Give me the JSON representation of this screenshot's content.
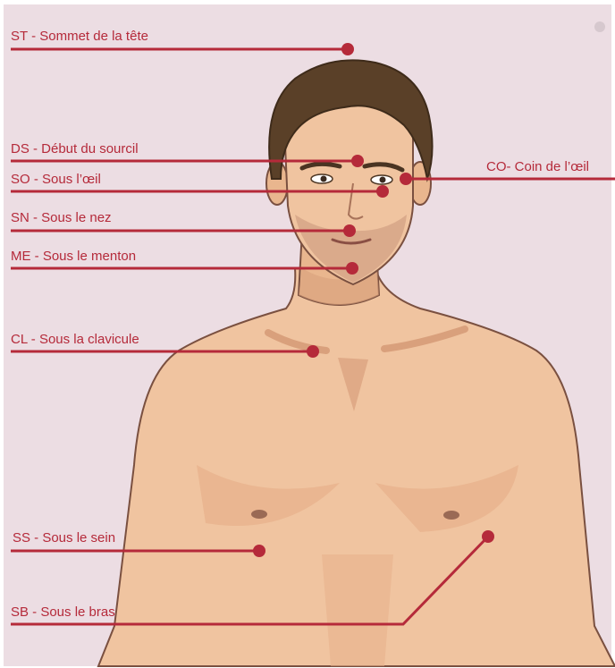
{
  "points": [
    {
      "id": "st",
      "label": "ST - Sommet de la tête"
    },
    {
      "id": "ds",
      "label": "DS - Début du sourcil"
    },
    {
      "id": "so",
      "label": "SO - Sous l’œil"
    },
    {
      "id": "co",
      "label": "CO- Coin de l’œil"
    },
    {
      "id": "sn",
      "label": "SN - Sous le nez"
    },
    {
      "id": "me",
      "label": "ME - Sous le menton"
    },
    {
      "id": "cl",
      "label": "CL - Sous la clavicule"
    },
    {
      "id": "ss",
      "label": "SS - Sous le sein"
    },
    {
      "id": "sb",
      "label": "SB - Sous le bras"
    }
  ],
  "colors": {
    "background": "#ecdde3",
    "accent": "#b52a3a",
    "skin": "#f0c4a0",
    "skin_shadow": "#d9a07c",
    "hair": "#5a4028"
  }
}
